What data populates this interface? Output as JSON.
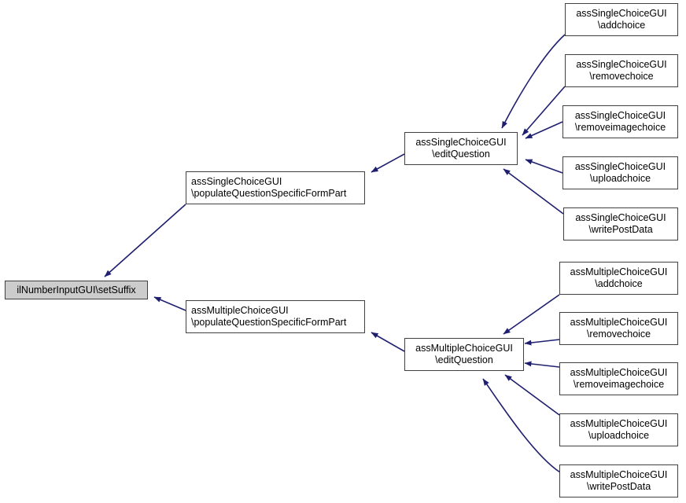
{
  "graph": {
    "title": "ilNumberInputGUI\\setSuffix caller graph",
    "edge_color": "#1f1f70",
    "node_border_color": "#404040",
    "node_fill_color": "#ffffff",
    "root_fill_color": "#cccccc",
    "background_color": "#ffffff"
  },
  "nodes": {
    "root": {
      "line1": "ilNumberInputGUI\\setSuffix",
      "line2": ""
    },
    "sc_populate": {
      "line1": "assSingleChoiceGUI",
      "line2": "\\populateQuestionSpecificFormPart"
    },
    "mc_populate": {
      "line1": "assMultipleChoiceGUI",
      "line2": "\\populateQuestionSpecificFormPart"
    },
    "sc_edit": {
      "line1": "assSingleChoiceGUI",
      "line2": "\\editQuestion"
    },
    "mc_edit": {
      "line1": "assMultipleChoiceGUI",
      "line2": "\\editQuestion"
    },
    "sc_addchoice": {
      "line1": "assSingleChoiceGUI",
      "line2": "\\addchoice"
    },
    "sc_removechoice": {
      "line1": "assSingleChoiceGUI",
      "line2": "\\removechoice"
    },
    "sc_removeimagechoice": {
      "line1": "assSingleChoiceGUI",
      "line2": "\\removeimagechoice"
    },
    "sc_uploadchoice": {
      "line1": "assSingleChoiceGUI",
      "line2": "\\uploadchoice"
    },
    "sc_writepostdata": {
      "line1": "assSingleChoiceGUI",
      "line2": "\\writePostData"
    },
    "mc_addchoice": {
      "line1": "assMultipleChoiceGUI",
      "line2": "\\addchoice"
    },
    "mc_removechoice": {
      "line1": "assMultipleChoiceGUI",
      "line2": "\\removechoice"
    },
    "mc_removeimagechoice": {
      "line1": "assMultipleChoiceGUI",
      "line2": "\\removeimagechoice"
    },
    "mc_uploadchoice": {
      "line1": "assMultipleChoiceGUI",
      "line2": "\\uploadchoice"
    },
    "mc_writepostdata": {
      "line1": "assMultipleChoiceGUI",
      "line2": "\\writePostData"
    }
  }
}
